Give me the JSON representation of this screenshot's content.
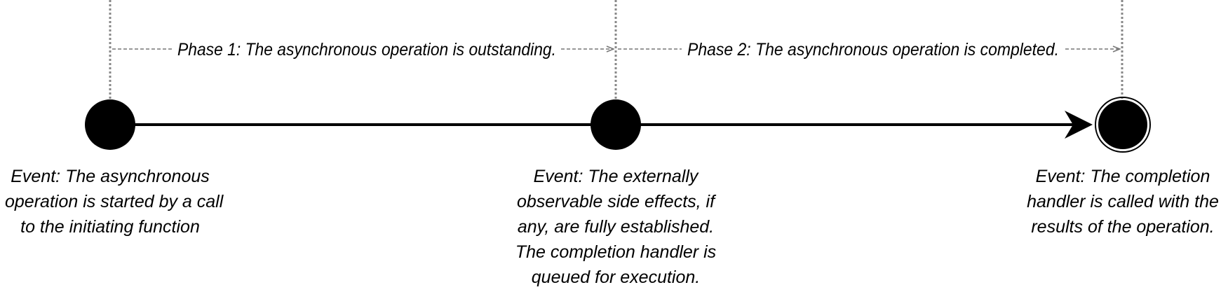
{
  "phases": [
    {
      "label": "Phase 1: The asynchronous operation is outstanding."
    },
    {
      "label": "Phase 2: The asynchronous operation is completed."
    }
  ],
  "events": [
    {
      "lines": [
        "Event: The asynchronous",
        "operation is started by a call",
        "to the initiating function"
      ]
    },
    {
      "lines": [
        "Event: The externally",
        "observable side effects, if",
        "any, are fully established.",
        "The completion handler is",
        "queued for execution."
      ]
    },
    {
      "lines": [
        "Event: The completion",
        "handler is called with the",
        "results of the operation."
      ]
    }
  ],
  "colors": {
    "line": "#000000",
    "dotted_guide": "#888888",
    "dashed_arrow": "#777777",
    "text": "#000000"
  }
}
